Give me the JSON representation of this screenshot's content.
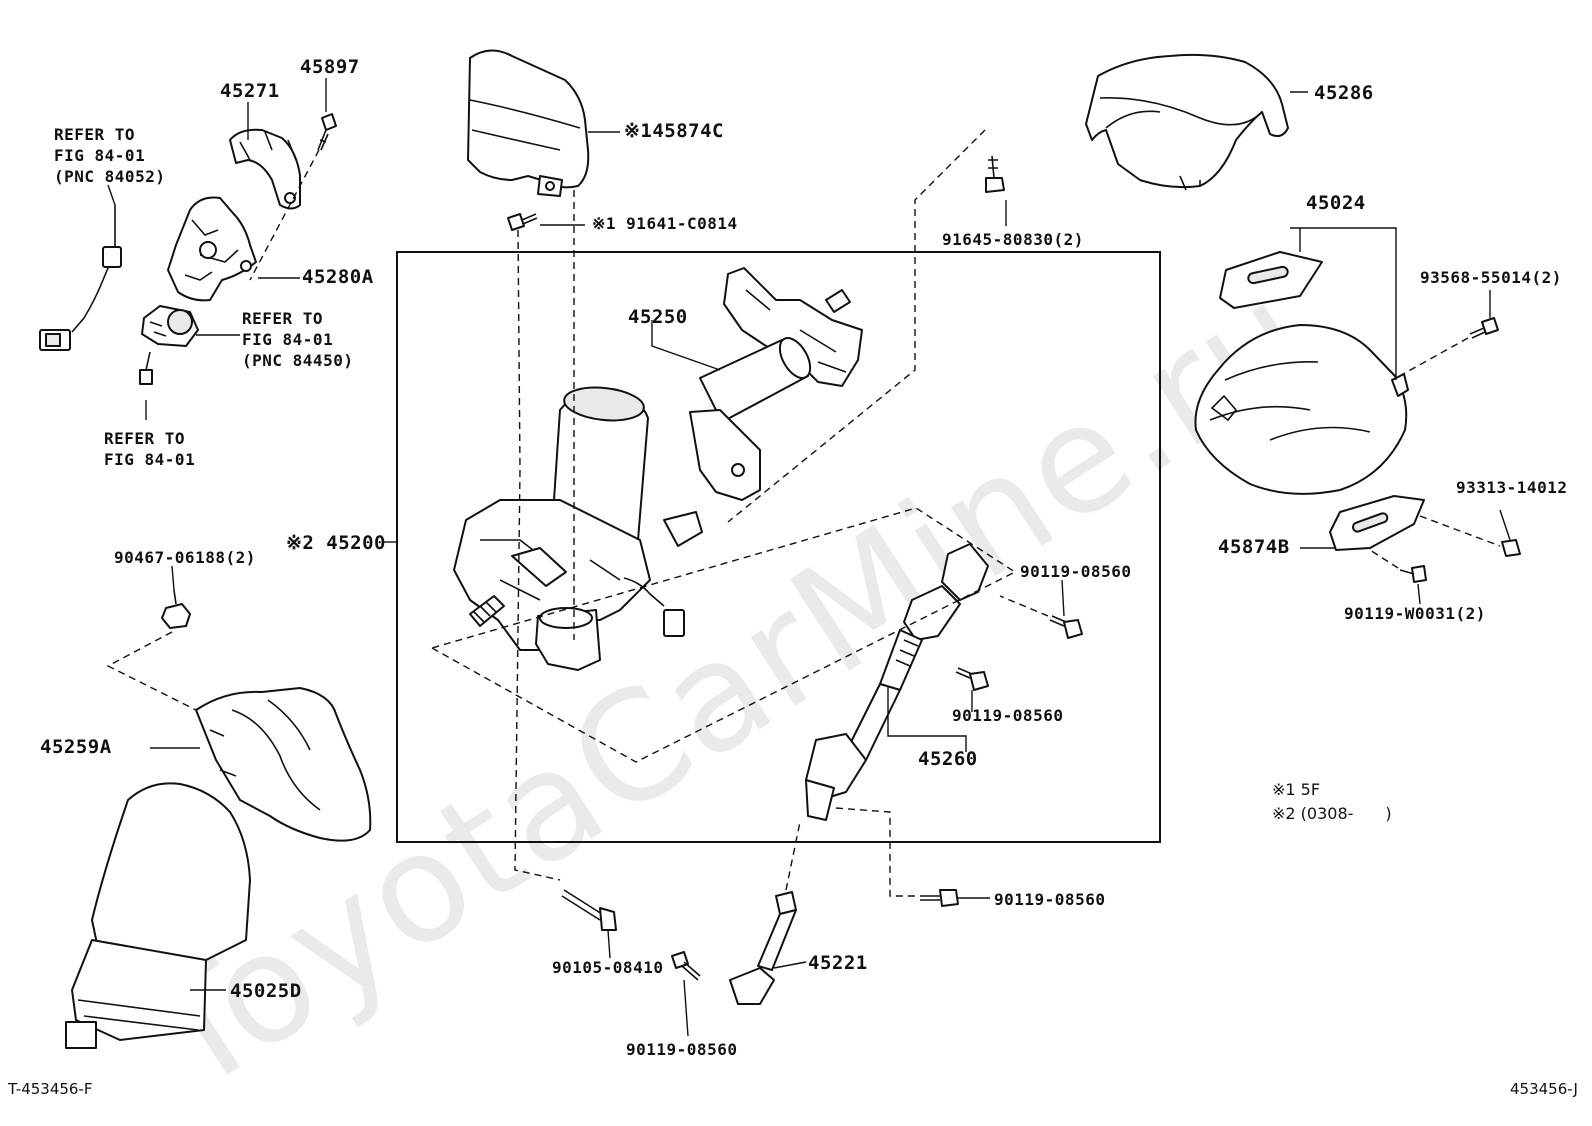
{
  "diagram": {
    "refer_1": "REFER TO\nFIG 84-01\n(PNC 84052)",
    "refer_2": "REFER TO\nFIG 84-01\n(PNC 84450)",
    "refer_3": "REFER TO\nFIG 84-01",
    "parts": {
      "p45897": "45897",
      "p45271": "45271",
      "p45280A": "45280A",
      "p45874C": "※145874C",
      "p91641": "※1 91641-C0814",
      "p45286": "45286",
      "p91645": "91645-80830(2)",
      "p45024": "45024",
      "p93568": "93568-55014(2)",
      "p45250": "45250",
      "p45200": "※2 45200",
      "p90467": "90467-06188(2)",
      "p45259A": "45259A",
      "p90119a": "90119-08560",
      "p90119b": "90119-08560",
      "p45260": "45260",
      "p93313": "93313-14012",
      "p45874B": "45874B",
      "p90119W": "90119-W0031(2)",
      "p90119c": "90119-08560",
      "p90105": "90105-08410",
      "p45221": "45221",
      "p90119d": "90119-08560",
      "p45025D": "45025D"
    },
    "notes": {
      "n1": "※1 5F",
      "n2": "※2 (0308-　　)"
    },
    "footer_left": "T-453456-F",
    "footer_right": "453456-J",
    "watermark": "ToyotaCarMine.ru"
  }
}
